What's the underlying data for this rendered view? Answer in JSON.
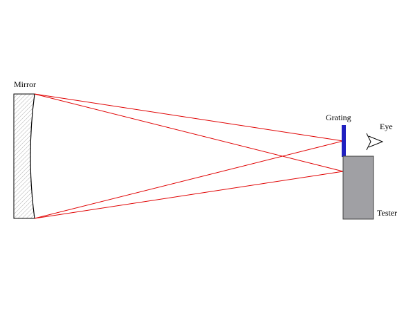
{
  "diagram": {
    "labels": {
      "mirror": "Mirror",
      "grating": "Grating",
      "eye": "Eye",
      "tester": "Tester"
    },
    "colors": {
      "ray": "#e00000",
      "grating": "#2020c0",
      "tester_fill": "#a0a0a4",
      "tester_stroke": "#404040",
      "mirror_stroke": "#000000",
      "background": "#ffffff"
    },
    "components": [
      "mirror",
      "grating",
      "eye",
      "tester",
      "light-rays"
    ]
  }
}
